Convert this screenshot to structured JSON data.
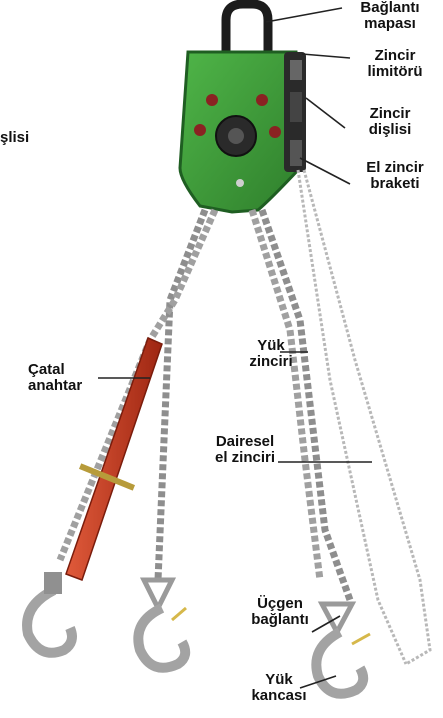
{
  "labels": {
    "shackle": {
      "line1": "Bağlantı",
      "line2": "mapası"
    },
    "chain_limiter": {
      "line1": "Zincir",
      "line2": "limitörü"
    },
    "chain_sprocket": {
      "line1": "Zincir",
      "line2": "dişlisi"
    },
    "hand_chain_bracket": {
      "line1": "El zincir",
      "line2": "braketi"
    },
    "partial_left": {
      "line1": "şlisi"
    },
    "load_chain": {
      "line1": "Yük",
      "line2": "zinciri"
    },
    "fork_key": {
      "line1": "Çatal",
      "line2": "anahtar"
    },
    "hand_chain": {
      "line1": "Dairesel",
      "line2": "el zinciri"
    },
    "triangle_link": {
      "line1": "Üçgen",
      "line2": "bağlantı"
    },
    "load_hook": {
      "line1": "Yük",
      "line2": "kancası"
    }
  },
  "colors": {
    "body_green": "#3f9a3a",
    "body_dark": "#1f5e22",
    "handle_red": "#c0361c",
    "chain_gray": "#a9a9a9"
  }
}
